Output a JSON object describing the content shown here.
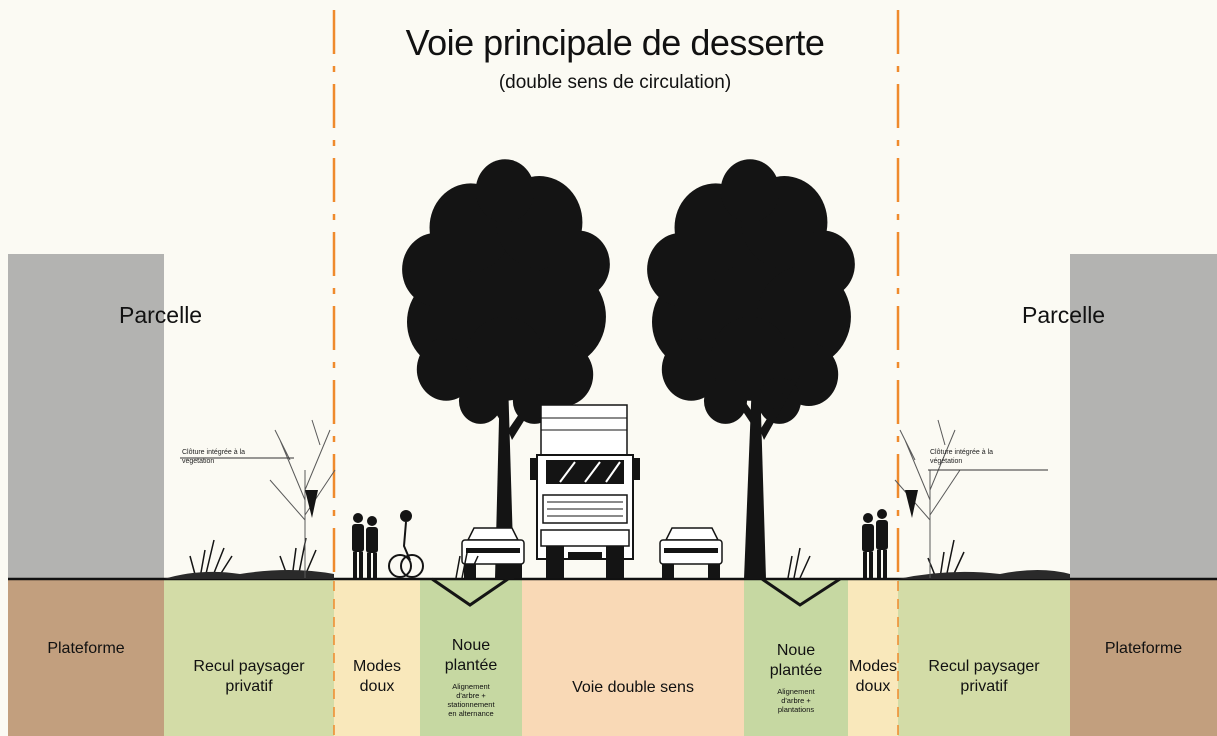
{
  "title": "Voie principale de desserte",
  "subtitle": "(double sens de circulation)",
  "parcel_left": "Parcelle",
  "parcel_right": "Parcelle",
  "fence_note_left": "Clôture intégrée à la\nvégétation",
  "fence_note_right": "Clôture intégrée à la\nvégétation",
  "bands": {
    "plateforme_left": "Plateforme",
    "recul_left": "Recul paysager\nprivatif",
    "modes_left": "Modes\ndoux",
    "noue_left": "Noue\nplantée",
    "noue_left_sub": "Alignement\nd'arbre +\nstationnement\nen alternance",
    "voie": "Voie double sens",
    "noue_right": "Noue\nplantée",
    "noue_right_sub": "Alignement\nd'arbre +\nplantations",
    "modes_right": "Modes\ndoux",
    "recul_right": "Recul paysager\nprivatif",
    "plateforme_right": "Plateforme"
  },
  "colors": {
    "background": "#fbfaf3",
    "building": "#b3b3b1",
    "plateforme": "#c29f7e",
    "recul": "#d3dca7",
    "modes": "#f9e8bb",
    "noue": "#c6d8a2",
    "voie": "#f9d9b6",
    "boundary_line": "#ef8a2c",
    "silhouette": "#141414"
  },
  "icons": [
    "tree-icon",
    "truck-icon",
    "car-icon",
    "pedestrian-icon",
    "cyclist-icon",
    "shrub-icon",
    "bare-tree-icon"
  ]
}
